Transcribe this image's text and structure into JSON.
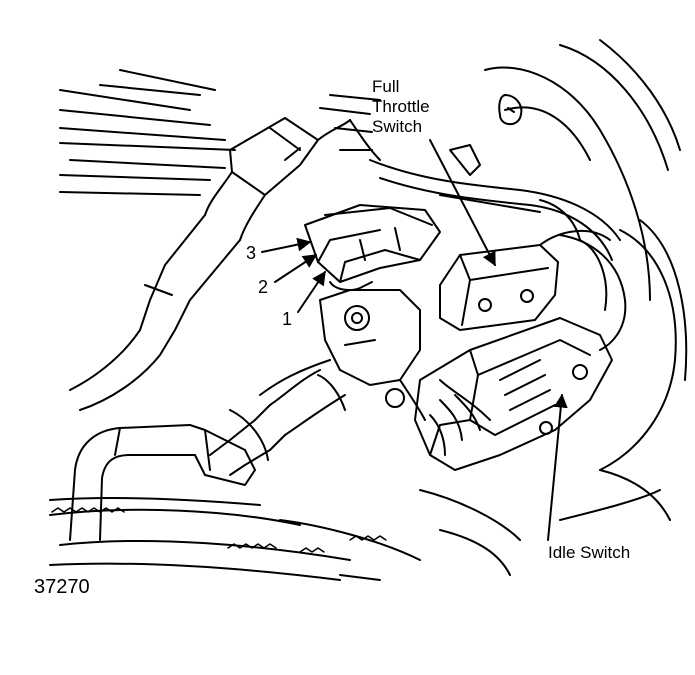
{
  "labels": {
    "full_throttle_line1": "Full",
    "full_throttle_line2": "Throttle",
    "full_throttle_line3": "Switch",
    "idle_switch": "Idle Switch",
    "pin_3": "3",
    "pin_2": "2",
    "pin_1": "1"
  },
  "figure_id": "37270",
  "colors": {
    "ink": "#000000",
    "paper": "#ffffff"
  }
}
